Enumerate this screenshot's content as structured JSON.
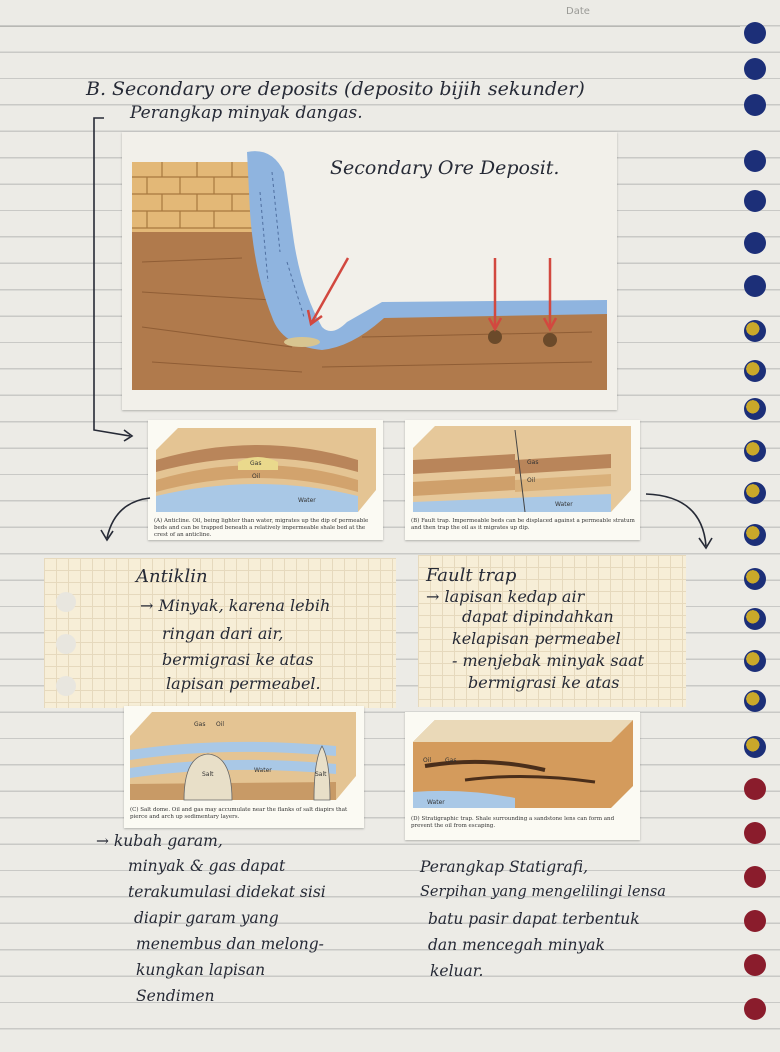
{
  "header": {
    "date_label": "Date"
  },
  "heading": {
    "title": "B. Secondary ore deposits (deposito bijih sekunder)",
    "subtitle": "Perangkap minyak dangas."
  },
  "main_figure": {
    "label": "Secondary Ore Deposit."
  },
  "figures": {
    "anticline": {
      "caption": "(A) Anticline. Oil, being lighter than water, migrates up the dip of permeable beds and can be trapped beneath a relatively impermeable shale bed at the crest of an anticline.",
      "labels": [
        "Gas",
        "Oil",
        "Water"
      ]
    },
    "fault": {
      "caption": "(B) Fault trap. Impermeable beds can be displaced against a permeable stratum and then trap the oil as it migrates up dip.",
      "labels": [
        "Gas",
        "Oil",
        "Water"
      ]
    },
    "salt_dome": {
      "caption": "(C) Salt dome. Oil and gas may accumulate near the flanks of salt diapirs that pierce and arch up sedimentary layers.",
      "labels": [
        "Gas",
        "Oil",
        "Salt",
        "Salt",
        "Water"
      ]
    },
    "stratigraphic": {
      "caption": "(D) Stratigraphic trap. Shale surrounding a sandstone lens can form and prevent the oil from escaping.",
      "labels": [
        "Oil",
        "Gas",
        "Water"
      ]
    }
  },
  "notes": {
    "antiklin": [
      "Antiklin",
      "→ Minyak, karena lebih",
      "ringan dari air,",
      "bermigrasi ke atas",
      "lapisan permeabel."
    ],
    "fault": [
      "Fault trap",
      "→ lapisan kedap air",
      "dapat dipindahkan",
      "kelapisan permeabel",
      "- menjebak minyak saat",
      "bermigrasi ke atas"
    ],
    "kubah": [
      "→ kubah garam,",
      "minyak & gas dapat",
      "terakumulasi didekat sisi",
      "diapir garam yang",
      "menembus dan melong-",
      "kungkan lapisan",
      "Sendimen"
    ],
    "stratigrafi": [
      "Perangkap Statigrafi,",
      "Serpihan yang mengelilingi lensa",
      "batu pasir dapat terbentuk",
      "dan mencegah minyak",
      "keluar."
    ]
  },
  "colors": {
    "ink": "#262a36",
    "binding_blue": "#1c2f78",
    "binding_red": "#8a1c2c",
    "water": "#8fb4df",
    "rock": "#b07a4c"
  }
}
